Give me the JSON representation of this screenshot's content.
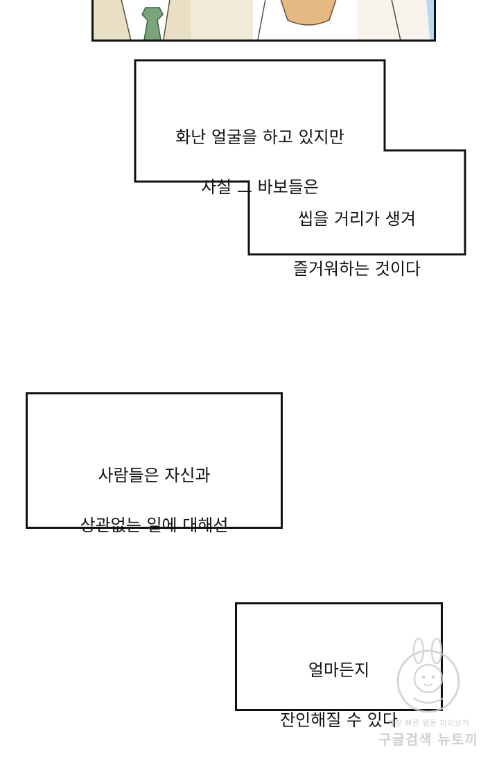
{
  "bubble_1": {
    "line_1": "화난 얼굴을 하고 있지만",
    "line_2": "사실 그 바보들은"
  },
  "bubble_2": {
    "line_1": "씹을 거리가 생겨",
    "line_2": "즐거워하는 것이다"
  },
  "bubble_3": {
    "line_1": "사람들은 자신과",
    "line_2": "상관없는 일에 대해선"
  },
  "bubble_4": {
    "line_1": "얼마든지",
    "line_2": "잔인해질 수 있다"
  },
  "watermark": {
    "top_text": "가장 빠른 웹툰 미리보기",
    "bottom_text": "구글검색 뉴토끼"
  }
}
